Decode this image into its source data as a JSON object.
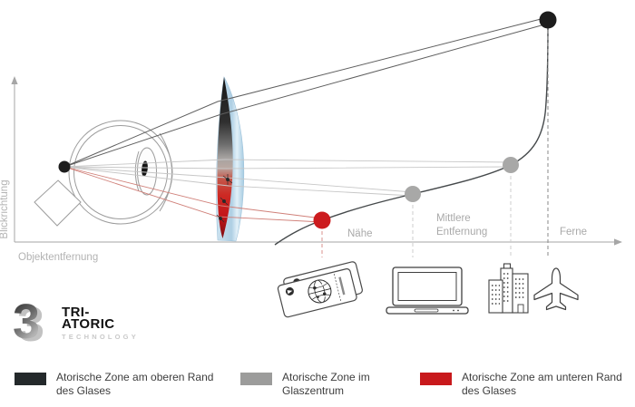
{
  "diagram": {
    "x_axis_label": "Objektentfernung",
    "y_axis_label": "Blickrichtung",
    "zone_labels": {
      "near": "Nähe",
      "mid_line1": "Mittlere",
      "mid_line2": "Entfernung",
      "far": "Ferne"
    },
    "zones": [
      {
        "zone": "oberer Rand",
        "color": "#1d1d1d",
        "distance": "Ferne"
      },
      {
        "zone": "Glaszentrum",
        "color": "#a8a8a7",
        "distance": "Mittlere Entfernung"
      },
      {
        "zone": "unterer Rand",
        "color": "#cc1b1e",
        "distance": "Nähe"
      }
    ],
    "icon_names": [
      "travel-tickets-icon",
      "laptop-icon",
      "city-buildings-icon",
      "airplane-icon"
    ],
    "accent_colors": {
      "red": "#cc1b1e",
      "gray": "#a8a8a7",
      "dark": "#1d1d1d",
      "lens_blue": "#b3d4e8"
    }
  },
  "logo": {
    "numeral": "3",
    "name_line1": "TRI-",
    "name_line2": "ATORIC",
    "tagline": "TECHNOLOGY"
  },
  "legend": {
    "items": [
      {
        "label": "Atorische Zone am oberen Rand des Glases",
        "color": "#24292b"
      },
      {
        "label": "Atorische Zone im Glaszentrum",
        "color": "#9c9c9b"
      },
      {
        "label": "Atorische Zone am unteren Rand des Glases",
        "color": "#c8191c"
      }
    ]
  }
}
